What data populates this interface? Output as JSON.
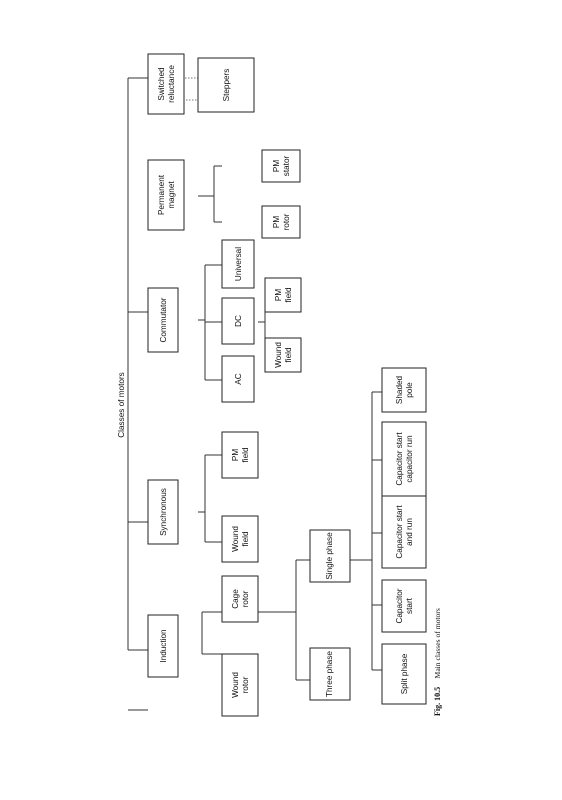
{
  "diagram": {
    "title": "Classes of motors",
    "nodes": {
      "induction": "Induction",
      "wound_rotor": "Wound rotor",
      "cage_rotor": "Cage rotor",
      "three_phase": "Three phase",
      "single_phase": "Single phase",
      "split_phase": "Split phase",
      "capacitor_start": "Capacitor start",
      "capacitor_start_run": "Capacitor start and run",
      "capacitor_start_capacitor_run": "Capacitor start capacitor run",
      "shaded_pole": "Shaded pole",
      "synchronous": "Synchronous",
      "sync_wound_field": "Wound field",
      "sync_pm_field": "PM field",
      "commutator": "Commutator",
      "ac": "AC",
      "dc": "DC",
      "universal": "Universal",
      "dc_wound_field": "Wound field",
      "dc_pm_field": "PM field",
      "permanent_magnet": "Permanent magnet",
      "pm_rotor": "PM rotor",
      "pm_stator": "PM stator",
      "switched_reluctance": "Switched reluctance",
      "steppers": "Steppers"
    }
  },
  "caption": {
    "number": "Fig. 10.5",
    "text": "Main classes of motors"
  }
}
